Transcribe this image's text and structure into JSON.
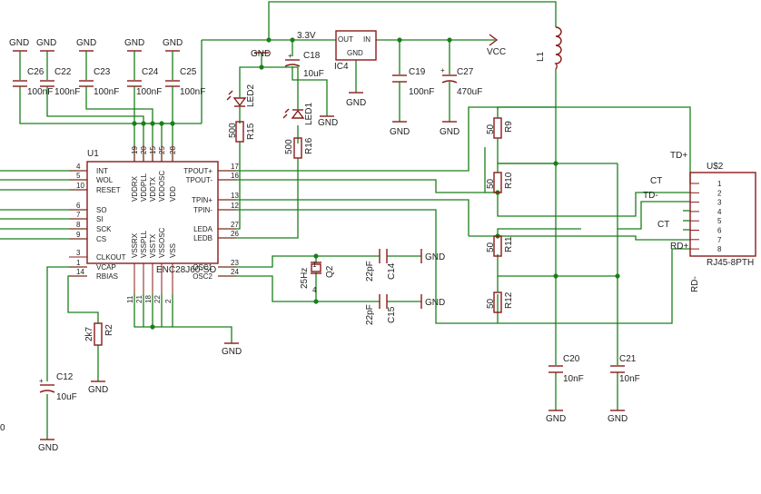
{
  "schematic": {
    "labels": {
      "gnd": "GND",
      "vcc": "VCC",
      "v33": "3.3V",
      "out": "OUT",
      "in": "IN",
      "reg_gnd": "GND",
      "ic4": "IC4",
      "u1": "U1",
      "u1_part": "ENC28J60-SO",
      "us2": "U$2",
      "us2_part": "RJ45-8PTH",
      "l1": "L1",
      "c18": "C18",
      "c18v": "10uF",
      "c19": "C19",
      "c19v": "100nF",
      "c27": "C27",
      "c27v": "470uF",
      "c26": "C26",
      "c26v": "100nF",
      "c22": "C22",
      "c22v": "100nF",
      "c23": "C23",
      "c23v": "100nF",
      "c24": "C24",
      "c24v": "100nF",
      "c25": "C25",
      "c25v": "100nF",
      "led2": "LED2",
      "led1": "LED1",
      "r15": "R15",
      "r15v": "500",
      "r16": "R16",
      "r16v": "500",
      "r9": "R9",
      "r9v": "50",
      "r10": "R10",
      "r10v": "50",
      "r11": "R11",
      "r11v": "50",
      "r12": "R12",
      "r12v": "50",
      "r2": "R2",
      "r2v": "2k7",
      "c12": "C12",
      "c12v": "10uF",
      "c14": "C14",
      "c14v": "22pF",
      "c15": "C15",
      "c15v": "22pF",
      "q2": "Q2",
      "q2v": "25Hz",
      "c20": "C20",
      "c20v": "10nF",
      "c21": "C21",
      "c21v": "10nF",
      "td_plus": "TD+",
      "td_minus": "TD-",
      "ct1": "CT",
      "ct2": "CT",
      "rd_plus": "RD+",
      "rd_minus": "RD-",
      "edge_zero": "0"
    },
    "u1_left_pins": [
      {
        "num": "4",
        "name": "INT"
      },
      {
        "num": "5",
        "name": "WOL"
      },
      {
        "num": "10",
        "name": "RESET"
      },
      {
        "num": "6",
        "name": "SO"
      },
      {
        "num": "7",
        "name": "SI"
      },
      {
        "num": "8",
        "name": "SCK"
      },
      {
        "num": "9",
        "name": "CS"
      },
      {
        "num": "3",
        "name": "CLKOUT"
      },
      {
        "num": "1",
        "name": "VCAP"
      },
      {
        "num": "14",
        "name": "RBIAS"
      }
    ],
    "u1_right_pins": [
      {
        "num": "17",
        "name": "TPOUT+"
      },
      {
        "num": "16",
        "name": "TPOUT-"
      },
      {
        "num": "13",
        "name": "TPIN+"
      },
      {
        "num": "12",
        "name": "TPIN-"
      },
      {
        "num": "27",
        "name": "LEDA"
      },
      {
        "num": "26",
        "name": "LEDB"
      },
      {
        "num": "23",
        "name": "OSC1"
      },
      {
        "num": "24",
        "name": "OSC2"
      }
    ],
    "u1_top_pins": [
      {
        "num": "19",
        "name": "VDDRX"
      },
      {
        "num": "20",
        "name": "VDDPLL"
      },
      {
        "num": "15",
        "name": "VDDTX"
      },
      {
        "num": "25",
        "name": "VDDOSC"
      },
      {
        "num": "28",
        "name": "VDD"
      }
    ],
    "u1_bottom_pins": [
      {
        "num": "11",
        "name": "VSSRX"
      },
      {
        "num": "21",
        "name": "VSSPLL"
      },
      {
        "num": "18",
        "name": "VSSTX"
      },
      {
        "num": "22",
        "name": "VSSOSC"
      },
      {
        "num": "2",
        "name": "VSS"
      }
    ],
    "rj45_pins": [
      "1",
      "2",
      "3",
      "4",
      "5",
      "6",
      "7",
      "8"
    ]
  }
}
